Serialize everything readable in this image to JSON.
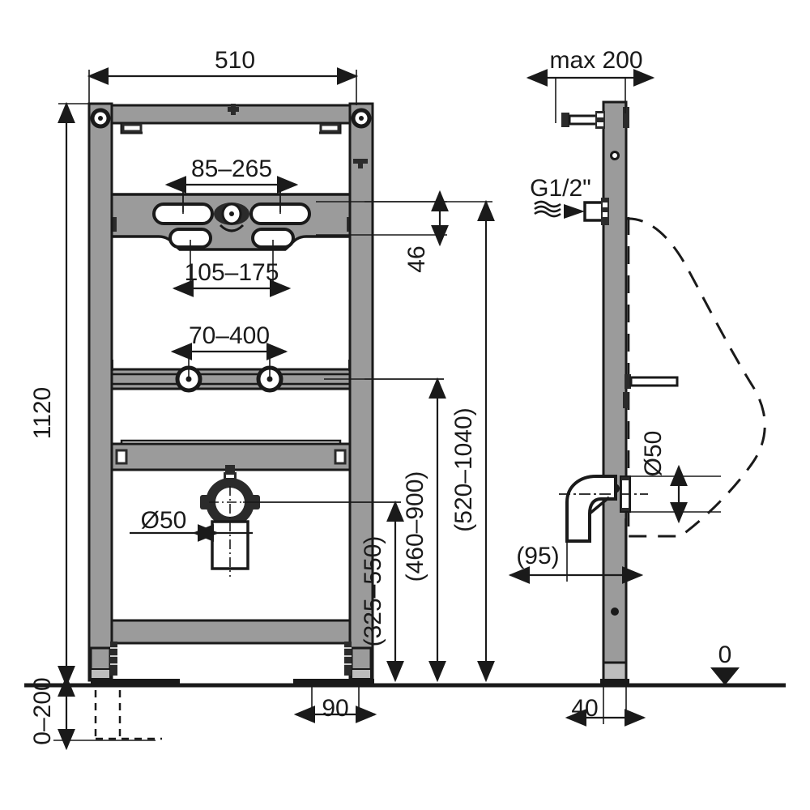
{
  "drawing": {
    "title": "Urinal installation frame technical dimension drawing",
    "units": "mm",
    "colors": {
      "line": "#1a1a1a",
      "metal_fill": "#9b9b9b",
      "metal_dark": "#2b2b2b",
      "background": "#ffffff"
    },
    "views": [
      {
        "id": "front-view",
        "label": "front elevation"
      },
      {
        "id": "side-view",
        "label": "side elevation"
      }
    ]
  },
  "dimensions": {
    "overall_width": "510",
    "overall_height": "1120",
    "upper_plate_slots_wide": "85–265",
    "upper_plate_slots_narrow": "105–175",
    "mid_rail_range": "70–400",
    "offset_46": "46",
    "drain_diameter_front": "Ø50",
    "drain_diameter_side": "Ø50",
    "height_range_325_550": "(325–550)",
    "height_range_460_900": "(460–900)",
    "height_range_520_1040": "(520–1040)",
    "foot_adjust": "0–200",
    "foot_offset_front": "90",
    "foot_offset_side": "40",
    "side_depth_95": "(95)",
    "max_depth": "max 200",
    "thread_spec": "G1/2\"",
    "floor_level": "0"
  }
}
